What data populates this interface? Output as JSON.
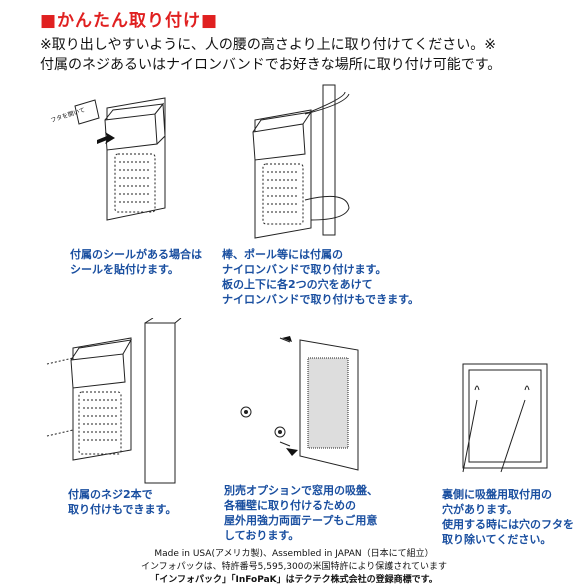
{
  "title": "■かんたん取り付け■",
  "intro": {
    "line1": "※取り出しやすいように、人の腰の高さより上に取り付けてください。※",
    "line2": "付属のネジあるいはナイロンバンドでお好きな場所に取り付け可能です。"
  },
  "figures": {
    "f1": {
      "label_text": "フタを開いて",
      "caption": [
        "付属のシールがある場合は",
        "シールを貼付けます。"
      ]
    },
    "f2": {
      "caption": [
        "棒、ポール等には付属の",
        "ナイロンバンドで取り付けます。",
        "板の上下に各2つの穴をあけて",
        "ナイロンバンドで取り付けもできます。"
      ]
    },
    "f3": {
      "caption": [
        "付属のネジ2本で",
        "取り付けもできます。"
      ]
    },
    "f4": {
      "caption": [
        "別売オプションで窓用の吸盤、",
        "各種壁に取り付けるための",
        "屋外用強力両面テープもご用意",
        "しております。"
      ]
    },
    "f5": {
      "caption": [
        "裏側に吸盤用取付用の",
        "穴があります。",
        "使用する時には穴のフタを",
        "取り除いてください。"
      ]
    }
  },
  "footer": {
    "line1": "Made in USA(アメリカ製)、Assembled in JAPAN（日本にて組立）",
    "line2": "インフォパックは、特許番号5,595,300の米国特許により保護されています",
    "line3": "「インフォパック」「InFoPaK」はテクテク株式会社の登録商標です。"
  },
  "colors": {
    "title": "#e02020",
    "caption": "#1a4fa0",
    "line_art": "#222222"
  }
}
